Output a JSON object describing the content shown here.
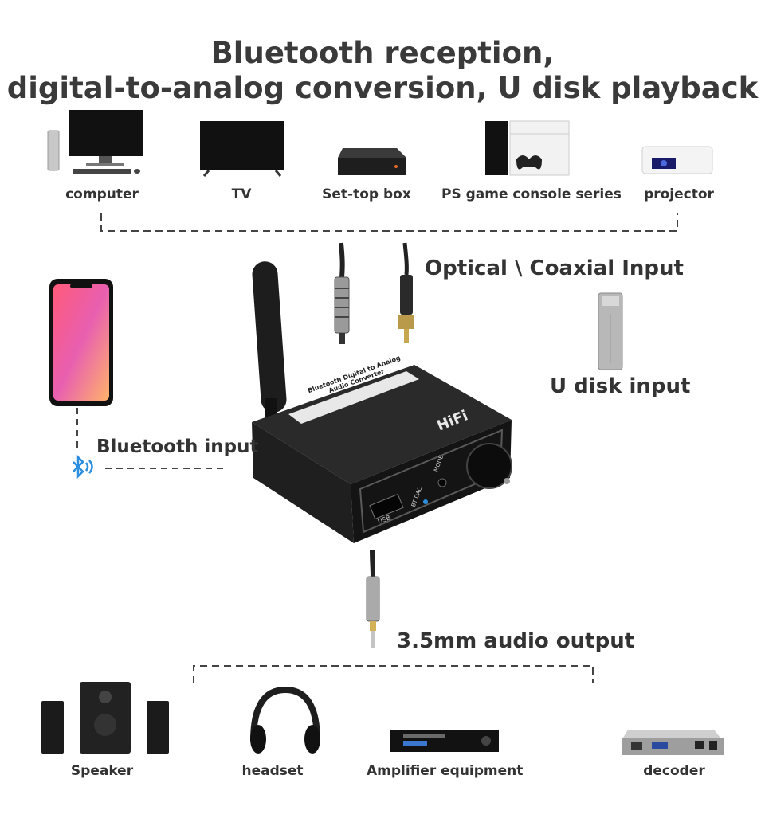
{
  "title": {
    "line1": "Bluetooth reception,",
    "line2": "digital-to-analog conversion, U disk playback"
  },
  "sources": [
    {
      "label": "computer",
      "icon": "computer-icon"
    },
    {
      "label": "TV",
      "icon": "tv-icon"
    },
    {
      "label": "Set-top box",
      "icon": "set-top-box-icon"
    },
    {
      "label": "PS game console series",
      "icon": "game-console-icon"
    },
    {
      "label": "projector",
      "icon": "projector-icon"
    }
  ],
  "inputs": {
    "optical_coaxial": "Optical \\ Coaxial Input",
    "udisk": "U disk input",
    "bluetooth": "Bluetooth input",
    "output": "3.5mm audio output"
  },
  "device": {
    "sticker_line1": "Bluetooth Digital to Analog",
    "sticker_line2": "Audio Converter",
    "brand": "HiFi",
    "mode": "MODE",
    "bt_dac": "BT DAC",
    "usb": "USB"
  },
  "outputs": [
    {
      "label": "Speaker",
      "icon": "speaker-icon"
    },
    {
      "label": "headset",
      "icon": "headphones-icon"
    },
    {
      "label": "Amplifier equipment",
      "icon": "amplifier-icon"
    },
    {
      "label": "decoder",
      "icon": "decoder-icon"
    }
  ],
  "colors": {
    "text": "#333333",
    "device": "#1c1c1c",
    "bluetooth": "#2a8fe0",
    "dash": "#444444"
  }
}
